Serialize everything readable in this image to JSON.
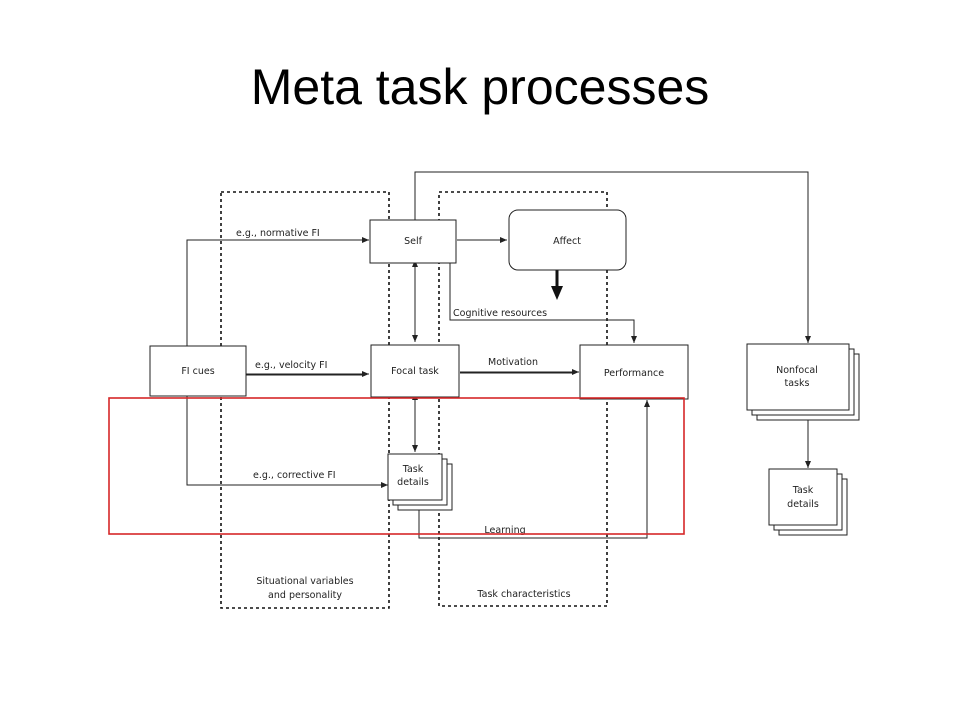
{
  "slide": {
    "title": "Meta task processes"
  },
  "diagram": {
    "nodes": {
      "self": "Self",
      "affect": "Affect",
      "fi_cues": "FI cues",
      "focal_task": "Focal task",
      "performance": "Performance",
      "nonfocal_line1": "Nonfocal",
      "nonfocal_line2": "tasks",
      "task_details_line1": "Task",
      "task_details_line2": "details",
      "task_details2_line1": "Task",
      "task_details2_line2": "details"
    },
    "edge_labels": {
      "normative": "e.g., normative FI",
      "velocity": "e.g., velocity FI",
      "corrective": "e.g., corrective FI",
      "cognitive": "Cognitive resources",
      "motivation": "Motivation",
      "learning": "Learning"
    },
    "groups": {
      "situational_line1": "Situational variables",
      "situational_line2": "and personality",
      "task_characteristics": "Task characteristics"
    },
    "highlight_color": "#d62728"
  }
}
